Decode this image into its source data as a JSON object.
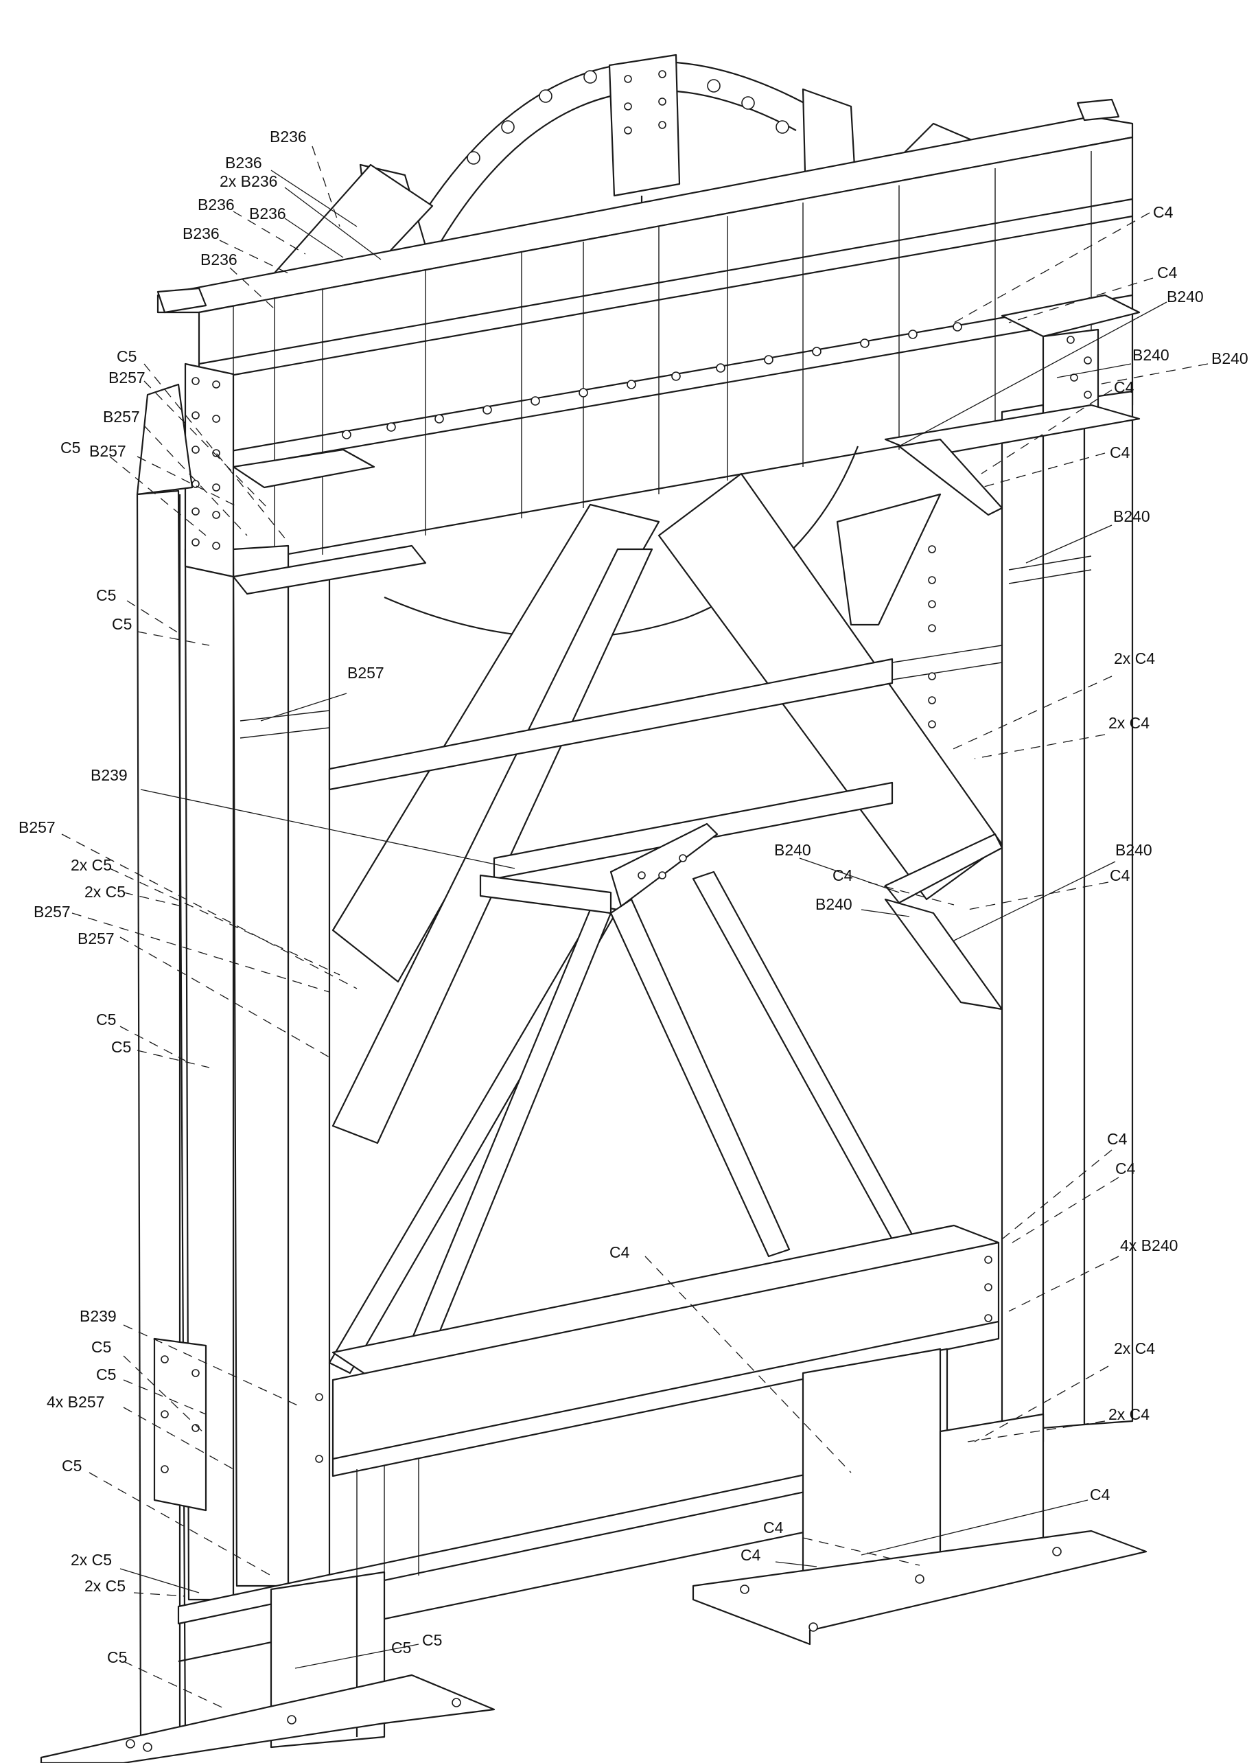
{
  "diagram": {
    "labels": [
      {
        "id": "l01",
        "text": "B236"
      },
      {
        "id": "l02",
        "text": "B236"
      },
      {
        "id": "l03",
        "text": "2x B236"
      },
      {
        "id": "l04",
        "text": "B236"
      },
      {
        "id": "l05",
        "text": "B236"
      },
      {
        "id": "l06",
        "text": "B236"
      },
      {
        "id": "l07",
        "text": "B236"
      },
      {
        "id": "l08",
        "text": "C5"
      },
      {
        "id": "l09",
        "text": "B257"
      },
      {
        "id": "l10",
        "text": "B257"
      },
      {
        "id": "l11",
        "text": "C5"
      },
      {
        "id": "l12",
        "text": "B257"
      },
      {
        "id": "l13",
        "text": "C5"
      },
      {
        "id": "l14",
        "text": "C5"
      },
      {
        "id": "l15",
        "text": "B257"
      },
      {
        "id": "l16",
        "text": "B239"
      },
      {
        "id": "l17",
        "text": "B257"
      },
      {
        "id": "l18",
        "text": "2x C5"
      },
      {
        "id": "l19",
        "text": "2x C5"
      },
      {
        "id": "l20",
        "text": "B257"
      },
      {
        "id": "l21",
        "text": "B257"
      },
      {
        "id": "l22",
        "text": "C5"
      },
      {
        "id": "l23",
        "text": "C5"
      },
      {
        "id": "l24",
        "text": "B239"
      },
      {
        "id": "l25",
        "text": "C5"
      },
      {
        "id": "l26",
        "text": "C5"
      },
      {
        "id": "l27",
        "text": "4x B257"
      },
      {
        "id": "l28",
        "text": "C5"
      },
      {
        "id": "l29",
        "text": "2x C5"
      },
      {
        "id": "l30",
        "text": "2x C5"
      },
      {
        "id": "l31",
        "text": "C5"
      },
      {
        "id": "l32",
        "text": "C5"
      },
      {
        "id": "l33",
        "text": "C5"
      },
      {
        "id": "r01",
        "text": "C4"
      },
      {
        "id": "r02",
        "text": "C4"
      },
      {
        "id": "r03",
        "text": "B240"
      },
      {
        "id": "r04",
        "text": "B240"
      },
      {
        "id": "r05",
        "text": "B240"
      },
      {
        "id": "r06",
        "text": "C4"
      },
      {
        "id": "r07",
        "text": "C4"
      },
      {
        "id": "r08",
        "text": "B240"
      },
      {
        "id": "r09",
        "text": "2x C4"
      },
      {
        "id": "r10",
        "text": "2x C4"
      },
      {
        "id": "r11",
        "text": "B240"
      },
      {
        "id": "r12",
        "text": "B240"
      },
      {
        "id": "r13",
        "text": "C4"
      },
      {
        "id": "r14",
        "text": "C4"
      },
      {
        "id": "r15",
        "text": "B240"
      },
      {
        "id": "r16",
        "text": "C4"
      },
      {
        "id": "r17",
        "text": "C4"
      },
      {
        "id": "r18",
        "text": "4x B240"
      },
      {
        "id": "r19",
        "text": "C4"
      },
      {
        "id": "r20",
        "text": "2x C4"
      },
      {
        "id": "r21",
        "text": "2x C4"
      },
      {
        "id": "r22",
        "text": "C4"
      },
      {
        "id": "r23",
        "text": "C4"
      },
      {
        "id": "r24",
        "text": "C4"
      }
    ]
  }
}
